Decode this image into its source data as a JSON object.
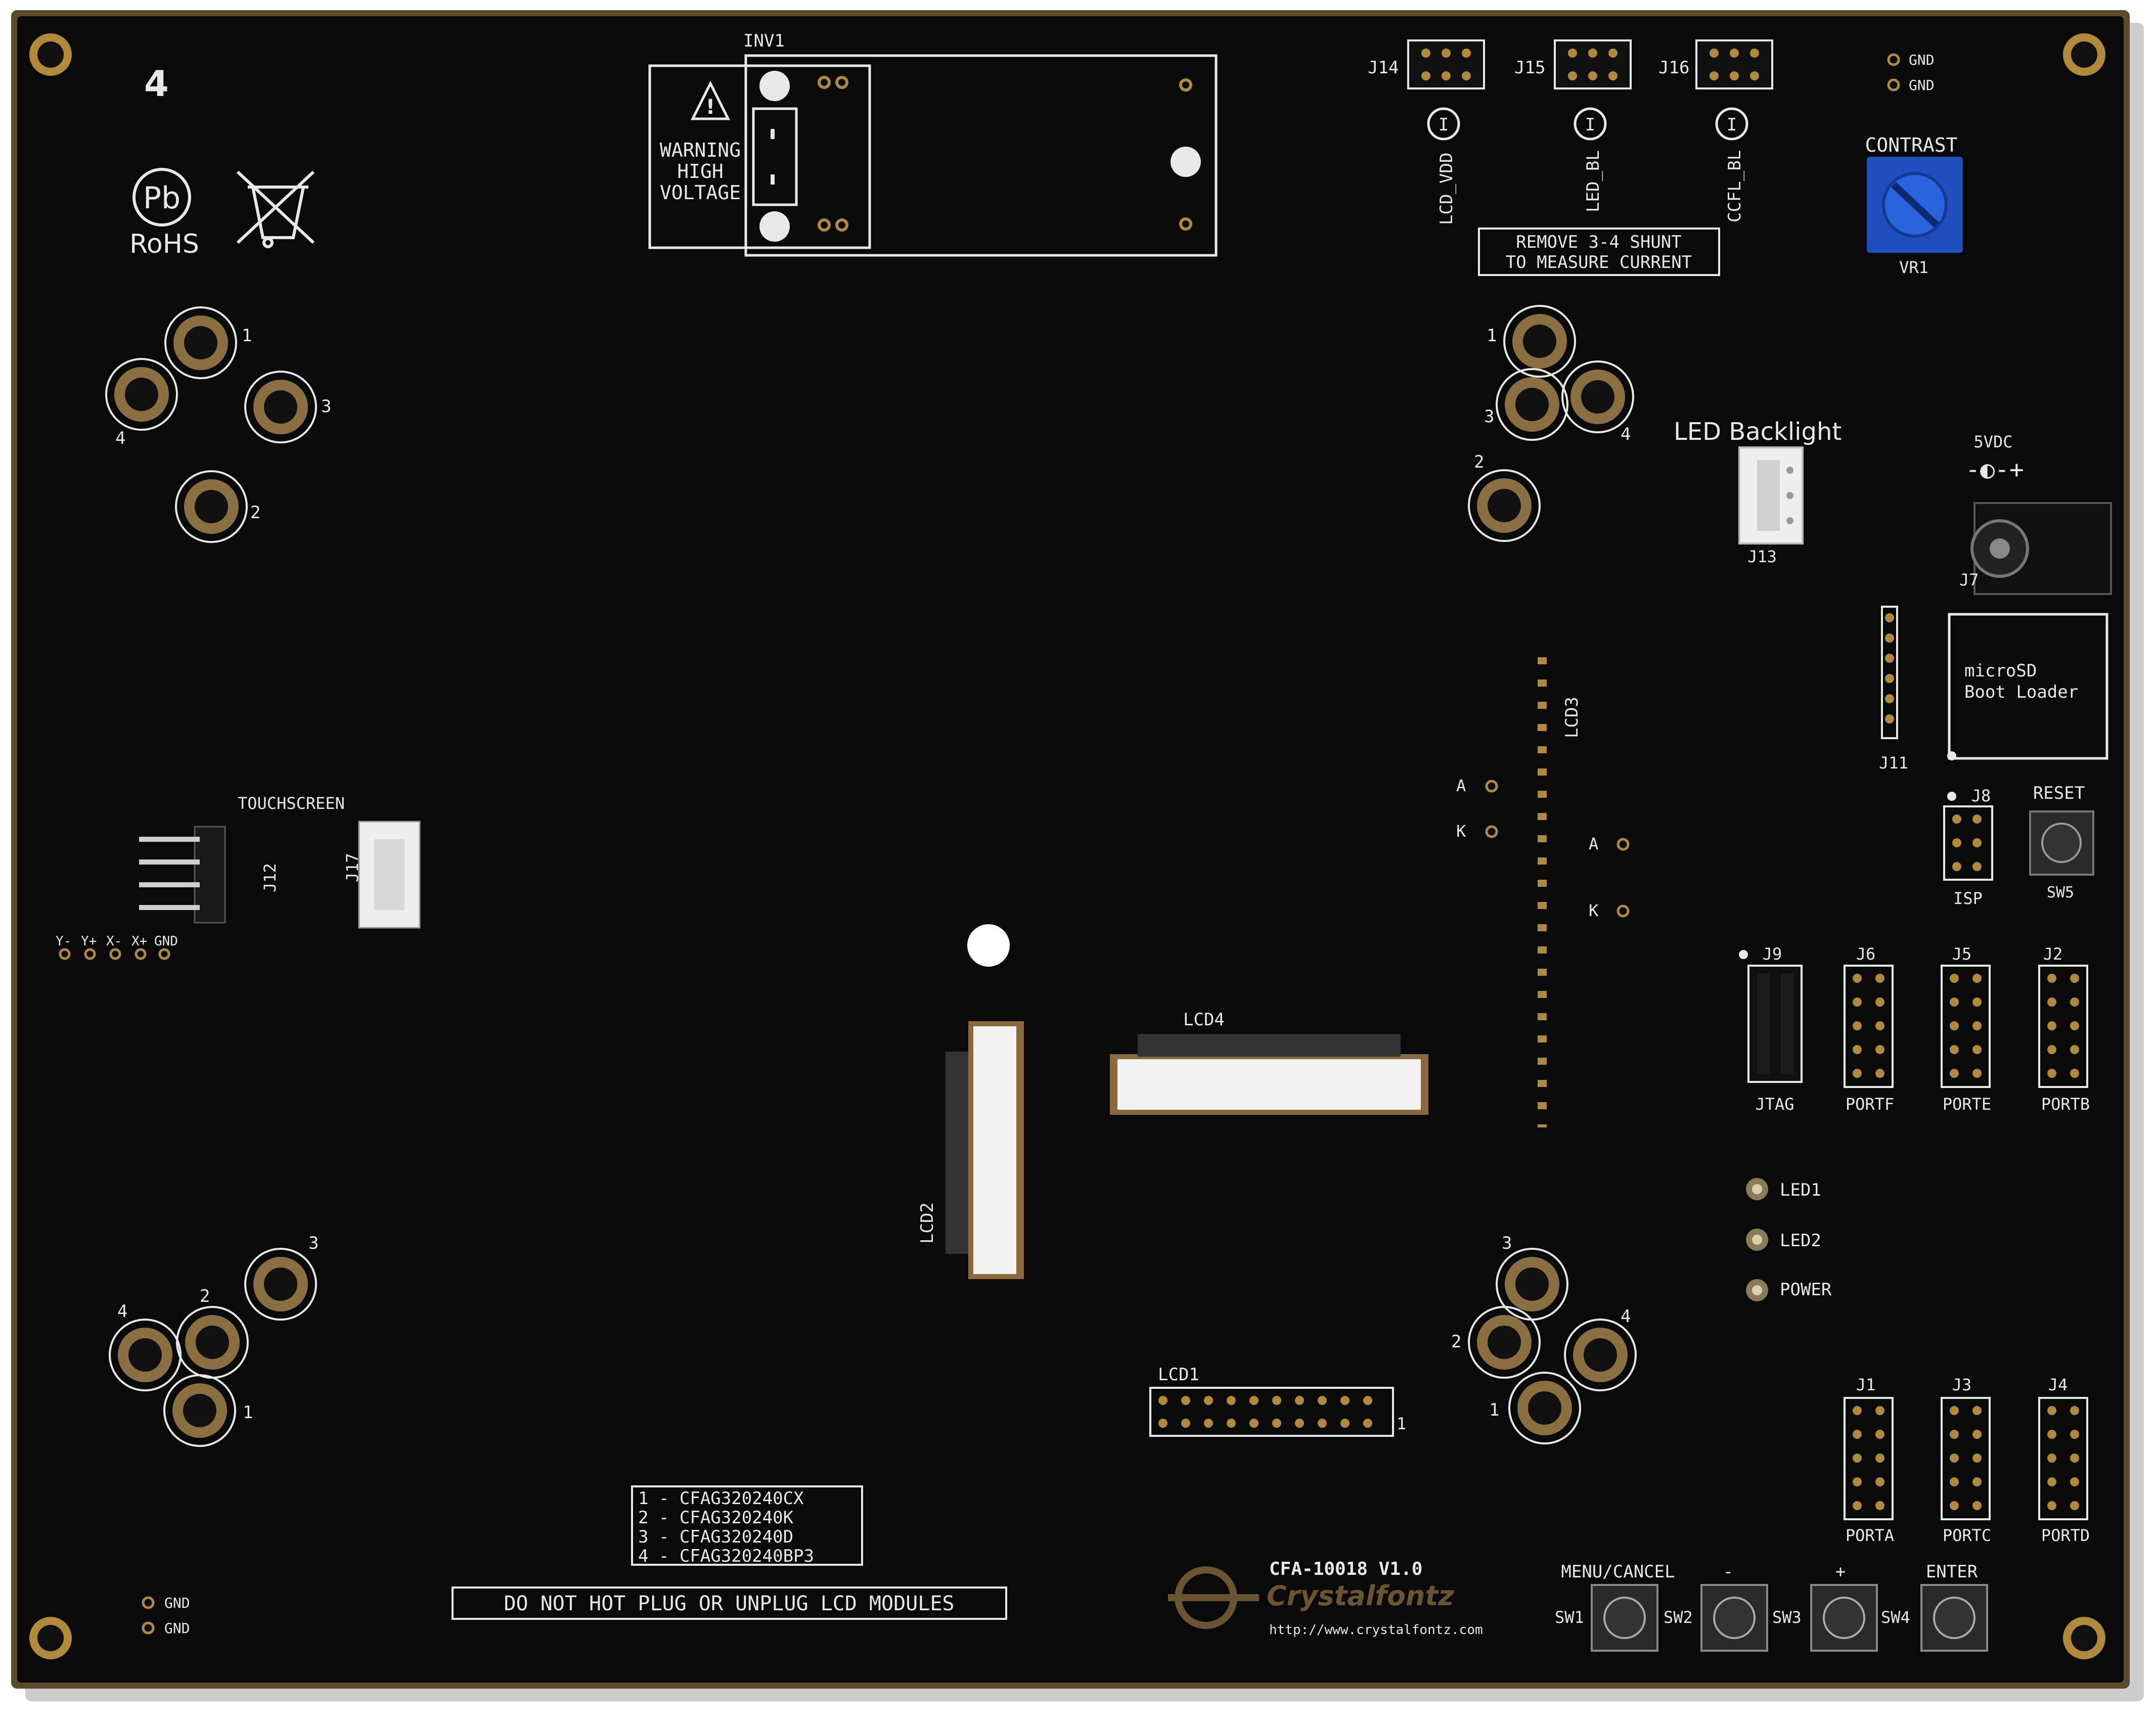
{
  "board": {
    "pcb_color": "#0a0a0a",
    "edge_color": "#5a4a2a",
    "silkscreen_color": "#e8e8e8",
    "gold_color": "#b08a3a",
    "revision_mark": "4",
    "rohs_label": "RoHS",
    "rohs_symbol": "Pb",
    "weee_icon": "crossed-bin-icon"
  },
  "inverter": {
    "ref": "INV1",
    "warning_line1": "WARNING",
    "warning_line2": "HIGH",
    "warning_line3": "VOLTAGE"
  },
  "current_jumpers": {
    "items": [
      {
        "ref": "J14",
        "net": "LCD_VDD"
      },
      {
        "ref": "J15",
        "net": "LED_BL"
      },
      {
        "ref": "J16",
        "net": "CCFL_BL"
      }
    ],
    "note_line1": "REMOVE 3-4 SHUNT",
    "note_line2": "TO MEASURE CURRENT"
  },
  "gnd_top": [
    "GND",
    "GND"
  ],
  "contrast": {
    "label": "CONTRAST",
    "ref": "VR1",
    "pot_color": "#1f4fbf"
  },
  "led_backlight": {
    "label": "LED Backlight",
    "ref": "J13"
  },
  "power_in": {
    "label": "5VDC",
    "ref": "J7"
  },
  "microsd": {
    "line1": "microSD",
    "line2": "Boot Loader",
    "ref": "J11"
  },
  "isp": {
    "ref": "J8",
    "label": "ISP"
  },
  "reset": {
    "label": "RESET",
    "ref": "SW5"
  },
  "ports_upper": [
    {
      "ref": "J9",
      "label": "JTAG"
    },
    {
      "ref": "J6",
      "label": "PORTF"
    },
    {
      "ref": "J5",
      "label": "PORTE"
    },
    {
      "ref": "J2",
      "label": "PORTB"
    }
  ],
  "ports_lower": [
    {
      "ref": "J1",
      "label": "PORTA"
    },
    {
      "ref": "J3",
      "label": "PORTC"
    },
    {
      "ref": "J4",
      "label": "PORTD"
    }
  ],
  "leds": [
    "LED1",
    "LED2",
    "POWER"
  ],
  "touchscreen": {
    "label": "TOUCHSCREEN",
    "header_ref": "J12",
    "fpc_ref": "J17",
    "pins": [
      "Y-",
      "Y+",
      "X-",
      "X+",
      "GND"
    ]
  },
  "lcd_connectors": {
    "lcd1": "LCD1",
    "lcd2": "LCD2",
    "lcd3": "LCD3",
    "lcd4": "LCD4",
    "lcd1_pin": "1"
  },
  "lcd3_pads": {
    "left_a": "A",
    "left_k": "K",
    "right_a": "A",
    "right_k": "K"
  },
  "lcd_models": {
    "lines": [
      "1 - CFAG320240CX",
      "2 - CFAG320240K",
      "3 - CFAG320240D",
      "4 - CFAG320240BP3"
    ]
  },
  "warning_plug": "DO NOT HOT PLUG OR UNPLUG LCD MODULES",
  "gnd_bottom": [
    "GND",
    "GND"
  ],
  "branding": {
    "product": "CFA-10018 V1.0",
    "company": "Crystalfontz",
    "url": "http://www.crystalfontz.com"
  },
  "buttons": [
    {
      "ref": "SW1",
      "label": "MENU/CANCEL"
    },
    {
      "ref": "SW2",
      "label": "-"
    },
    {
      "ref": "SW3",
      "label": "+"
    },
    {
      "ref": "SW4",
      "label": "ENTER"
    }
  ],
  "mount_group_numbers": {
    "tl": [
      "1",
      "2",
      "3",
      "4"
    ],
    "tr": [
      "1",
      "2",
      "3",
      "4"
    ],
    "bl": [
      "1",
      "2",
      "3",
      "4"
    ],
    "br": [
      "1",
      "2",
      "3",
      "4"
    ]
  }
}
